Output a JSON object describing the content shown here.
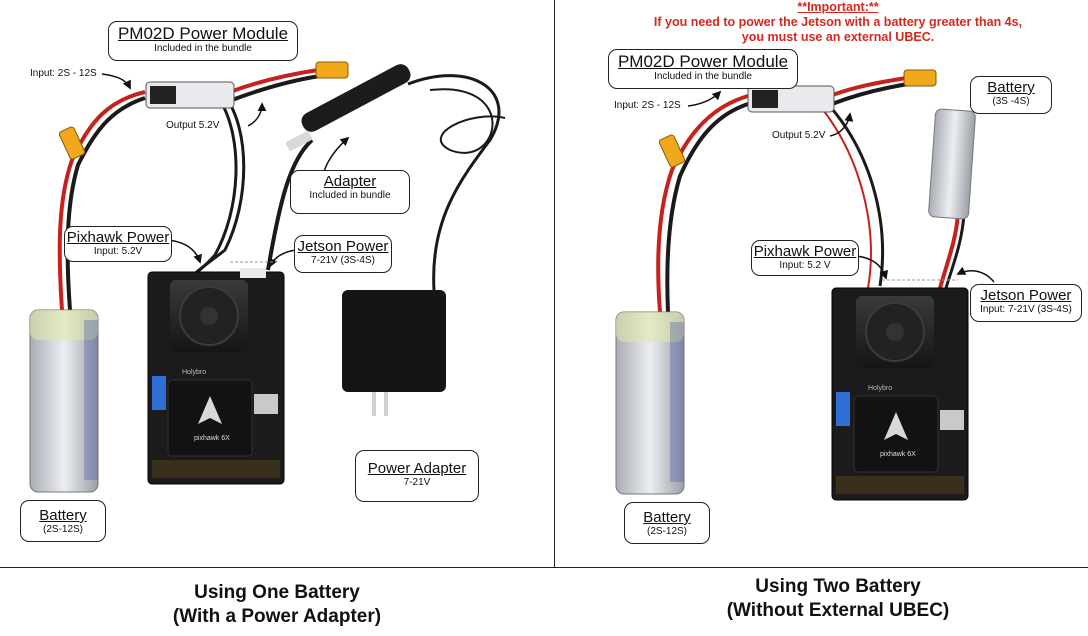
{
  "left": {
    "module": {
      "title": "PM02D Power Module",
      "sub": "Included in the bundle"
    },
    "input_label": "Input: 2S - 12S",
    "output_label": "Output 5.2V",
    "adapter": {
      "title": "Adapter",
      "sub": "Included in bundle"
    },
    "pixhawk_power": {
      "title": "Pixhawk Power",
      "sub": "Input: 5.2V"
    },
    "jetson_power": {
      "title": "Jetson Power",
      "sub": "7-21V (3S-4S)"
    },
    "power_adapter": {
      "title": "Power Adapter",
      "sub": "7-21V"
    },
    "battery": {
      "title": "Battery",
      "sub": "(2S-12S)"
    },
    "caption_line1": "Using One Battery",
    "caption_line2": "(With a Power Adapter)"
  },
  "right": {
    "important_head": "**Important:**",
    "important_line1": "If you need to power the Jetson with a battery greater than 4s,",
    "important_line2": "you must use an external UBEC.",
    "module": {
      "title": "PM02D Power Module",
      "sub": "Included in the bundle"
    },
    "input_label": "Input: 2S - 12S",
    "output_label": "Output 5.2V",
    "battery_top": {
      "title": "Battery",
      "sub": "(3S -4S)"
    },
    "pixhawk_power": {
      "title": "Pixhawk Power",
      "sub": "Input: 5.2 V"
    },
    "jetson_power": {
      "title": "Jetson Power",
      "sub": "Input: 7-21V (3S-4S)"
    },
    "battery": {
      "title": "Battery",
      "sub": "(2S-12S)"
    },
    "caption_line1": "Using Two Battery",
    "caption_line2": "(Without External UBEC)"
  },
  "board_brand": "Holybro",
  "board_label": "pixhawk 6X",
  "colors": {
    "important": "#d6281d",
    "xt60": "#f2a81d",
    "wire_red": "#c8211d",
    "wire_black": "#1a1a1a"
  }
}
